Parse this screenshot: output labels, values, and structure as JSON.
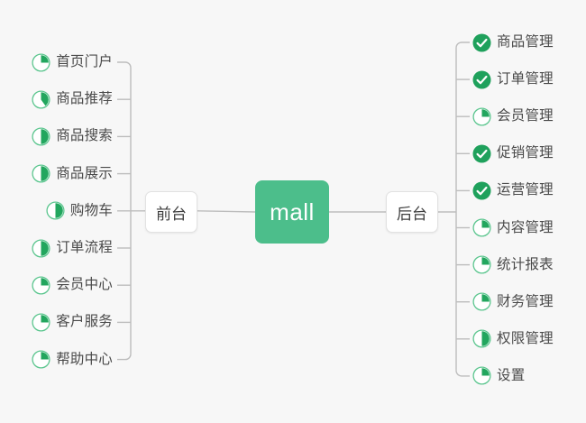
{
  "diagram": {
    "type": "mindmap",
    "title": "mall",
    "background_color": "#f7f7f7",
    "accent_color": "#4cbe8b",
    "done_color": "#1fa15c",
    "line_color": "#bdbdbd",
    "text_color": "#4a4a4a"
  },
  "root": {
    "label": "mall"
  },
  "branches": [
    {
      "id": "frontend",
      "label": "前台",
      "side": "left"
    },
    {
      "id": "backend",
      "label": "后台",
      "side": "right"
    }
  ],
  "frontend": {
    "label": "前台",
    "items": [
      {
        "label": "首页门户",
        "status": "progress",
        "percent": 25
      },
      {
        "label": "商品推荐",
        "status": "progress",
        "percent": 40
      },
      {
        "label": "商品搜索",
        "status": "progress",
        "percent": 50
      },
      {
        "label": "商品展示",
        "status": "progress",
        "percent": 50
      },
      {
        "label": "购物车",
        "status": "progress",
        "percent": 50
      },
      {
        "label": "订单流程",
        "status": "progress",
        "percent": 50
      },
      {
        "label": "会员中心",
        "status": "progress",
        "percent": 25
      },
      {
        "label": "客户服务",
        "status": "progress",
        "percent": 25
      },
      {
        "label": "帮助中心",
        "status": "progress",
        "percent": 25
      }
    ]
  },
  "backend": {
    "label": "后台",
    "items": [
      {
        "label": "商品管理",
        "status": "done",
        "percent": 100
      },
      {
        "label": "订单管理",
        "status": "done",
        "percent": 100
      },
      {
        "label": "会员管理",
        "status": "progress",
        "percent": 25
      },
      {
        "label": "促销管理",
        "status": "done",
        "percent": 100
      },
      {
        "label": "运营管理",
        "status": "done",
        "percent": 100
      },
      {
        "label": "内容管理",
        "status": "progress",
        "percent": 25
      },
      {
        "label": "统计报表",
        "status": "progress",
        "percent": 25
      },
      {
        "label": "财务管理",
        "status": "progress",
        "percent": 25
      },
      {
        "label": "权限管理",
        "status": "progress",
        "percent": 50
      },
      {
        "label": "设置",
        "status": "progress",
        "percent": 25
      }
    ]
  },
  "icons": {
    "done": "check-circle-icon",
    "progress": "pie-progress-icon"
  }
}
